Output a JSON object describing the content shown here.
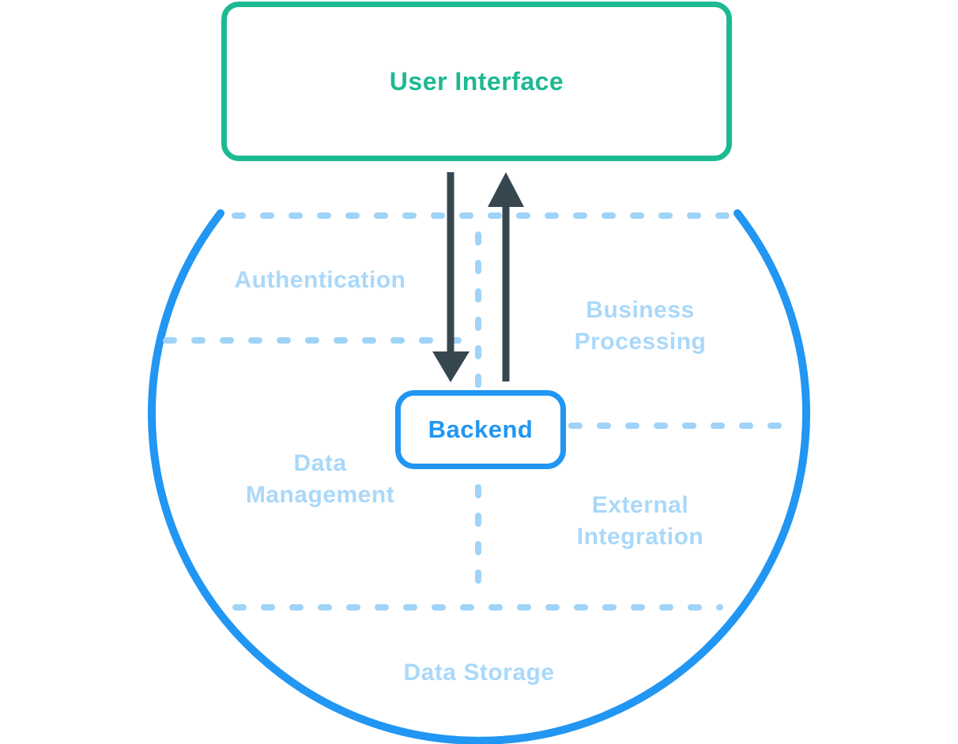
{
  "diagram": {
    "title_box": {
      "label": "User Interface"
    },
    "backend_box": {
      "label": "Backend"
    },
    "regions": [
      {
        "id": "authentication",
        "label": "Authentication"
      },
      {
        "id": "business-processing",
        "label": "Business Processing"
      },
      {
        "id": "data-management",
        "label": "Data Management"
      },
      {
        "id": "external-integration",
        "label": "External Integration"
      },
      {
        "id": "data-storage",
        "label": "Data Storage"
      }
    ],
    "arrows": [
      {
        "id": "ui-to-backend",
        "direction": "down"
      },
      {
        "id": "backend-to-ui",
        "direction": "up"
      }
    ],
    "colors": {
      "green_accent": "#1db993",
      "blue_accent": "#2196f3",
      "light_blue_label": "#a9d8fa",
      "dash_blue": "#a0d3f8",
      "arrow_dark": "#37474f",
      "background": "#ffffff"
    }
  }
}
